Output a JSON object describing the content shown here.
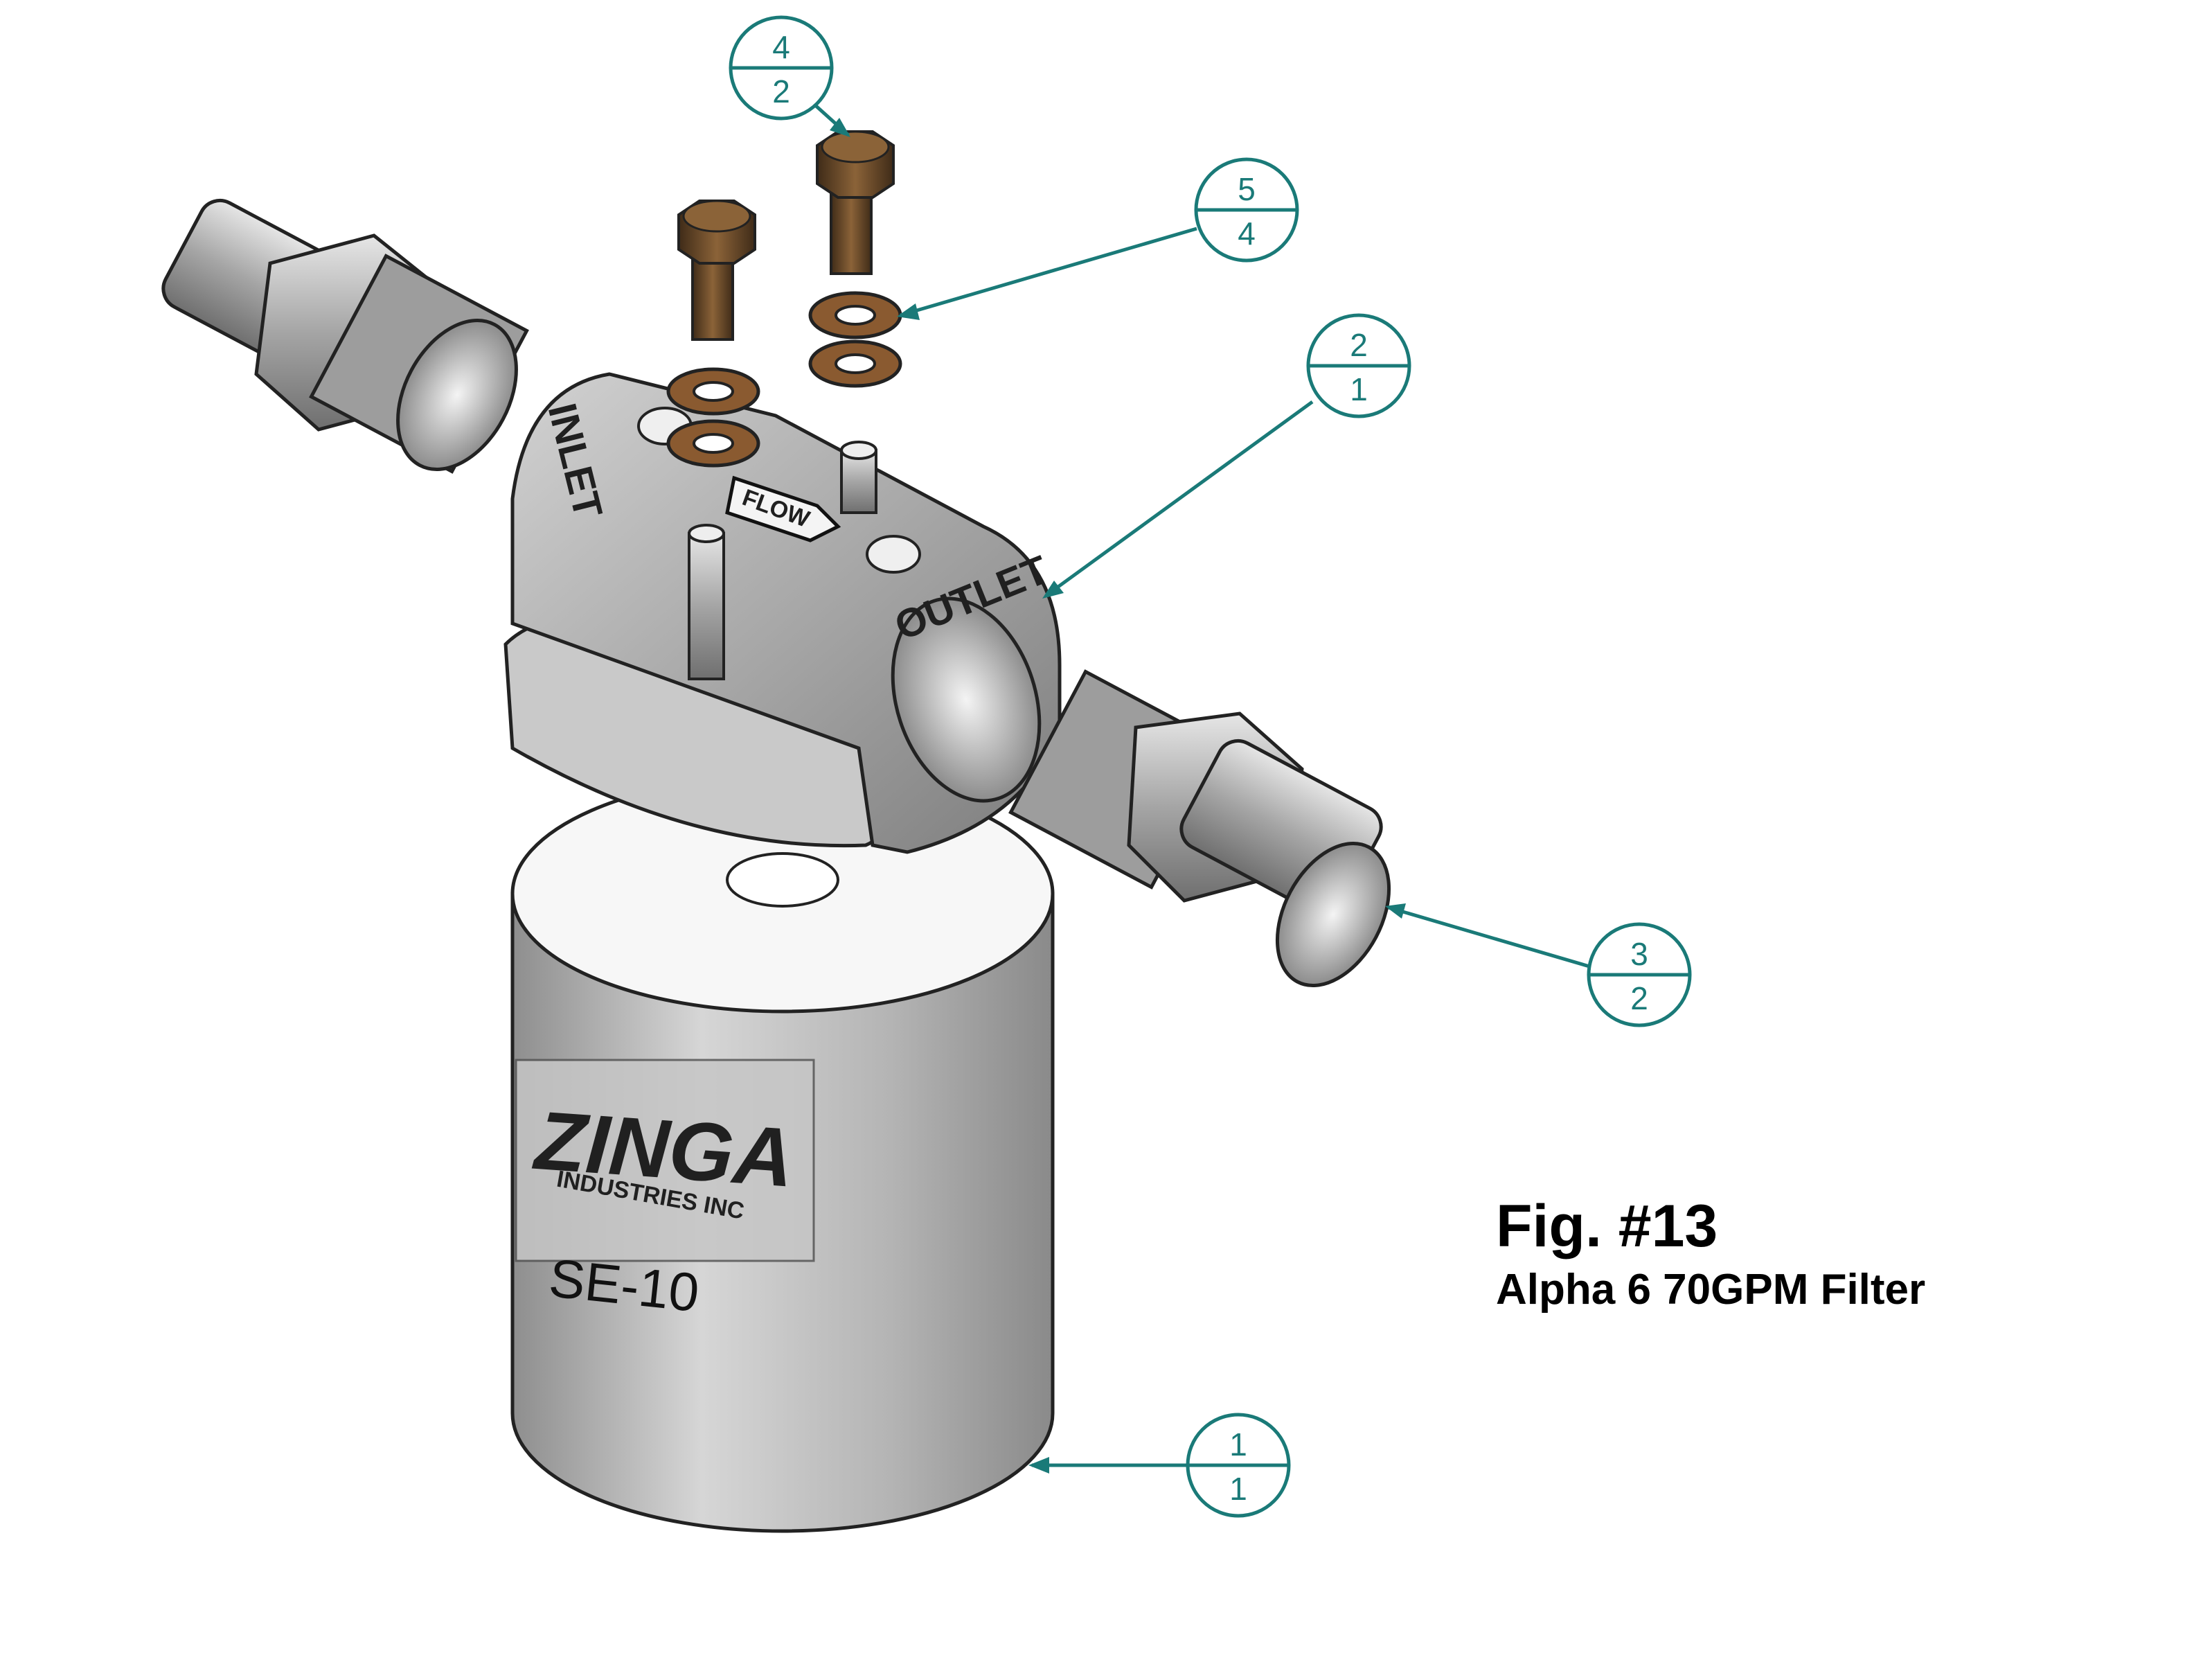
{
  "figure": {
    "number_label": "Fig. #13",
    "title": "Alpha 6 70GPM Filter"
  },
  "markings": {
    "head_inlet": "INLET",
    "head_outlet": "OUTLET",
    "head_flow": "FLOW",
    "canister_brand": "ZINGA",
    "canister_brand_sub": "INDUSTRIES INC",
    "canister_model": "SE-10"
  },
  "balloons": [
    {
      "item": "4",
      "qty": "2"
    },
    {
      "item": "5",
      "qty": "4"
    },
    {
      "item": "2",
      "qty": "1"
    },
    {
      "item": "3",
      "qty": "2"
    },
    {
      "item": "1",
      "qty": "1"
    }
  ],
  "colors": {
    "leader": "#1a7a78",
    "metal": "#a9a9a9",
    "bronze": "#6e4a28",
    "washer": "#8a5a30"
  }
}
